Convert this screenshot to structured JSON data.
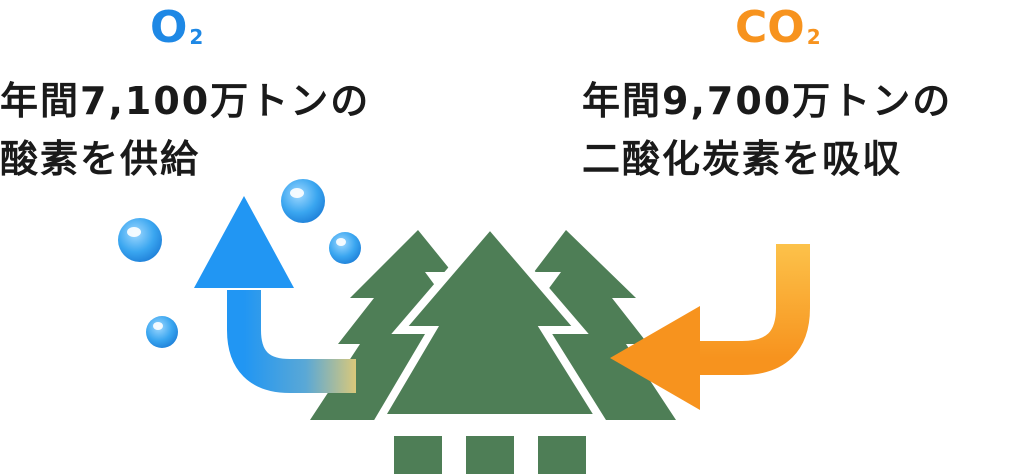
{
  "left": {
    "gas_main": "O",
    "gas_sub": "2",
    "line1": "年間7,100万トンの",
    "line2": "酸素を供給"
  },
  "right": {
    "gas_main": "CO",
    "gas_sub": "2",
    "line1": "年間9,700万トンの",
    "line2": "二酸化炭素を吸収"
  },
  "colors": {
    "o2": "#1e88e5",
    "co2": "#f7931e",
    "tree": "#4e7e56",
    "text": "#1a1a1a"
  },
  "icons": {
    "forest": "tree-icon",
    "o2_arrow": "arrow-up-icon",
    "co2_arrow": "arrow-left-icon",
    "bubbles": "bubble-icon"
  }
}
